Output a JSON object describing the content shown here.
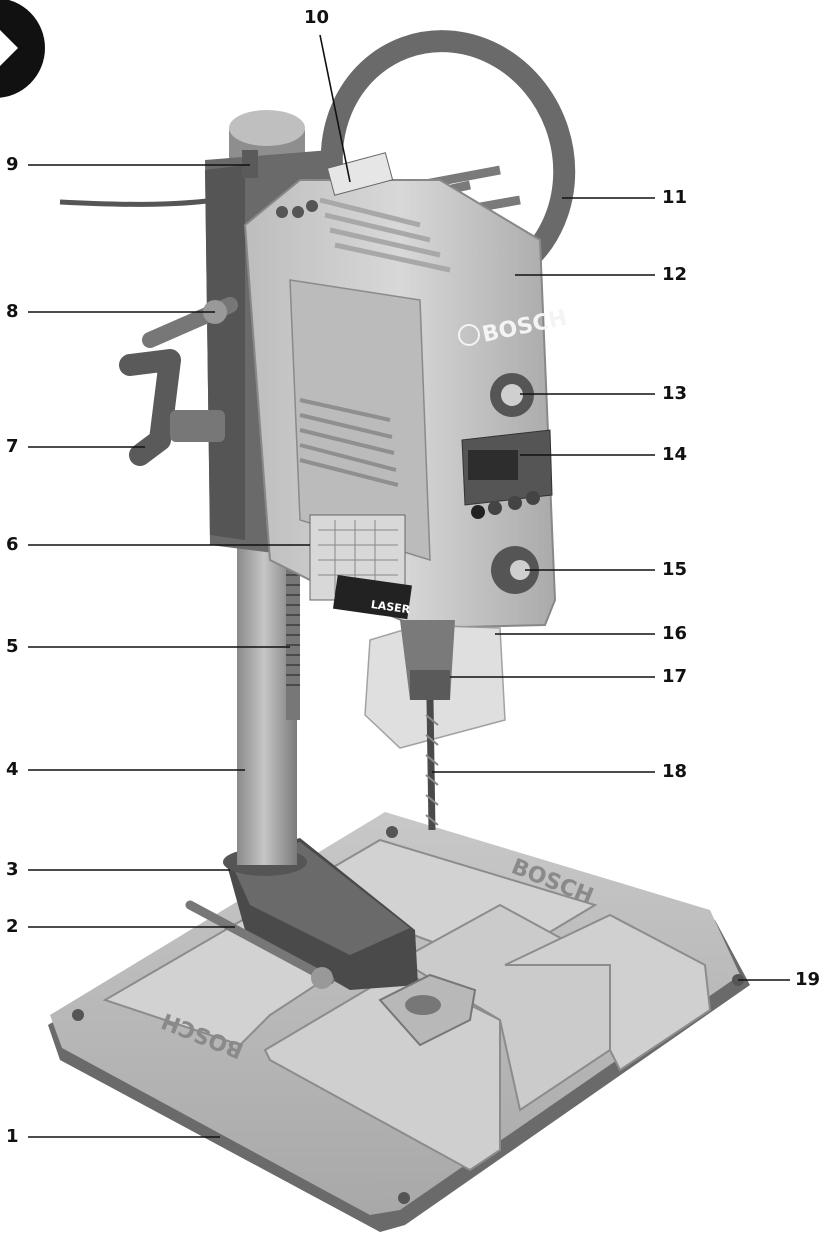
{
  "callouts": [
    {
      "number": "1",
      "part": "base plate"
    },
    {
      "number": "2",
      "part": "column clamp lever"
    },
    {
      "number": "3",
      "part": "column holder"
    },
    {
      "number": "4",
      "part": "column"
    },
    {
      "number": "5",
      "part": "toothed rack"
    },
    {
      "number": "6",
      "part": "speed chart"
    },
    {
      "number": "7",
      "part": "handle"
    },
    {
      "number": "8",
      "part": "locking knob"
    },
    {
      "number": "9",
      "part": "column clamp screw"
    },
    {
      "number": "10",
      "part": "laser warning label"
    },
    {
      "number": "11",
      "part": "hand wheel"
    },
    {
      "number": "12",
      "part": "machine housing"
    },
    {
      "number": "13",
      "part": "speed selector knob"
    },
    {
      "number": "14",
      "part": "display panel"
    },
    {
      "number": "15",
      "part": "depth adjustment knob"
    },
    {
      "number": "16",
      "part": "chuck guard"
    },
    {
      "number": "17",
      "part": "drill chuck"
    },
    {
      "number": "18",
      "part": "drill bit"
    },
    {
      "number": "19",
      "part": "mounting hole"
    }
  ],
  "brand_text": "BOSCH",
  "laser_label": "LASER",
  "colors": {
    "housing": "#c9c9c9",
    "housing_shadow": "#9a9a9a",
    "dark_parts": "#3c3c3c",
    "base": "#bdbdbd",
    "leader_line": "#111111"
  }
}
